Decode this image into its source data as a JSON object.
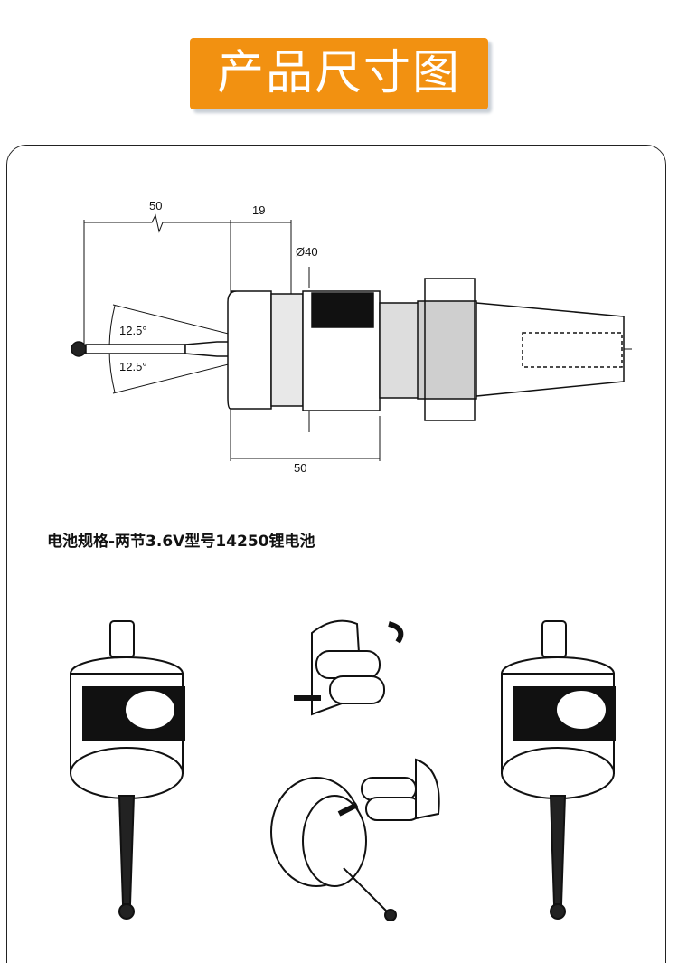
{
  "header": {
    "title": "产品尺寸图"
  },
  "dimensions": {
    "stylus_length": "50",
    "offset": "19",
    "diameter": "Ø40",
    "body_length": "50",
    "angle_up": "12.5°",
    "angle_down": "12.5°"
  },
  "battery_spec": "电池规格-两节3.6V型号14250锂电池"
}
